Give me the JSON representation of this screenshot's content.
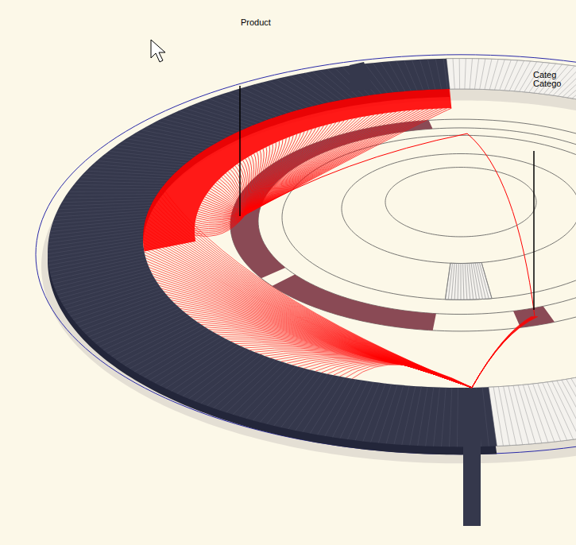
{
  "diagram": {
    "labels": [
      "Product",
      "Categ",
      "Catego"
    ]
  }
}
